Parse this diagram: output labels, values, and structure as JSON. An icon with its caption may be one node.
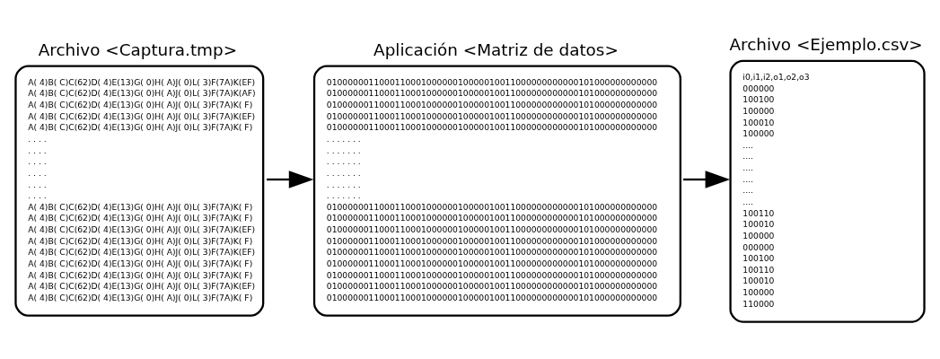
{
  "diagram": {
    "nodes": [
      {
        "text": [
          "Archivo <Captura.tmp>",
          "A( 4)B( C)C(62)D( 4)E(13)G( 0)H( A)J( 0)L( 3)F(7A)K(EF)",
          "A( 4)B( C)C(62)D( 4)E(13)G( 0)H( A)J( 0)L( 3)F(7A)K(AF)",
          "A( 4)B( C)C(62)D( 4)E(13)G( 0)H( A)J( 0)L( 3)F(7A)K( F)",
          "A( 4)B( C)C(62)D( 4)E(13)G( 0)H( A)J( 0)L( 3)F(7A)K(EF)",
          "A( 4)B( C)C(62)D( 4)E(13)G( 0)H( A)J( 0)L( 3)F(7A)K( F)",
          ". . . .",
          ". . . .",
          ". . . .",
          ". . . .",
          ". . . .",
          ". . . .",
          "A( 4)B( C)C(62)D( 4)E(13)G( 0)H( A)J( 0)L( 3)F(7A)K( F)",
          "A( 4)B( C)C(62)D( 4)E(13)G( 0)H( A)J( 0)L( 3)F(7A)K( F)",
          "A( 4)B( C)C(62)D( 4)E(13)G( 0)H( A)J( 0)L( 3)F(7A)K(EF)",
          "A( 4)B( C)C(62)D( 4)E(13)G( 0)H( A)J( 0)L( 3)F(7A)K( F)",
          "A( 4)B( C)C(62)D( 4)E(13)G( 0)H( A)J( 0)L( 3)F(7A)K(EF)",
          "A( 4)B( C)C(62)D( 4)E(13)G( 0)H( A)J( 0)L( 3)F(7A)K( F)",
          "A( 4)B( C)C(62)D( 4)E(13)G( 0)H( A)J( 0)L( 3)F(7A)K( F)",
          "A( 4)B( C)C(62)D( 4)E(13)G( 0)H( A)J( 0)L( 3)F(7A)K(EF)",
          "A( 4)B( C)C(62)D( 4)E(13)G( 0)H( A)J( 0)L( 3)F(7A)K( F)"
        ]
      },
      {
        "text": [
          "Aplicación <Matriz de datos>",
          "010000001100011000100000010000010011000000000000101000000000000",
          "010000001100011000100000010000010011000000000000101000000000000",
          "010000001100011000100000010000010011000000000000101000000000000",
          "010000001100011000100000010000010011000000000000101000000000000",
          "010000001100011000100000010000010011000000000000101000000000000",
          ". . . . . . .",
          ". . . . . . .",
          ". . . . . . .",
          ". . . . . . .",
          ". . . . . . .",
          ". . . . . . .",
          "010000001100011000100000010000010011000000000000101000000000000",
          "010000001100011000100000010000010011000000000000101000000000000",
          "010000001100011000100000010000010011000000000000101000000000000",
          "010000001100011000100000010000010011000000000000101000000000000",
          "010000001100011000100000010000010011000000000000101000000000000",
          "010000001100011000100000010000010011000000000000101000000000000",
          "010000001100011000100000010000010011000000000000101000000000000",
          "010000001100011000100000010000010011000000000000101000000000000",
          "010000001100011000100000010000010011000000000000101000000000000"
        ]
      },
      {
        "text": [
          "Archivo <Ejemplo.csv>",
          "i0,i1,i2,o1,o2,o3",
          "000000",
          "100100",
          "100000",
          "100010",
          "100000",
          "....",
          "....",
          "....",
          "....",
          "....",
          "....",
          "100110",
          "100010",
          "100000",
          "000000",
          "100100",
          "100110",
          "100010",
          "100000",
          "110000"
        ]
      }
    ],
    "edges": [
      {
        "from": 0,
        "to": 1,
        "arrow": "to"
      },
      {
        "from": 1,
        "to": 2,
        "arrow": "to"
      }
    ]
  }
}
